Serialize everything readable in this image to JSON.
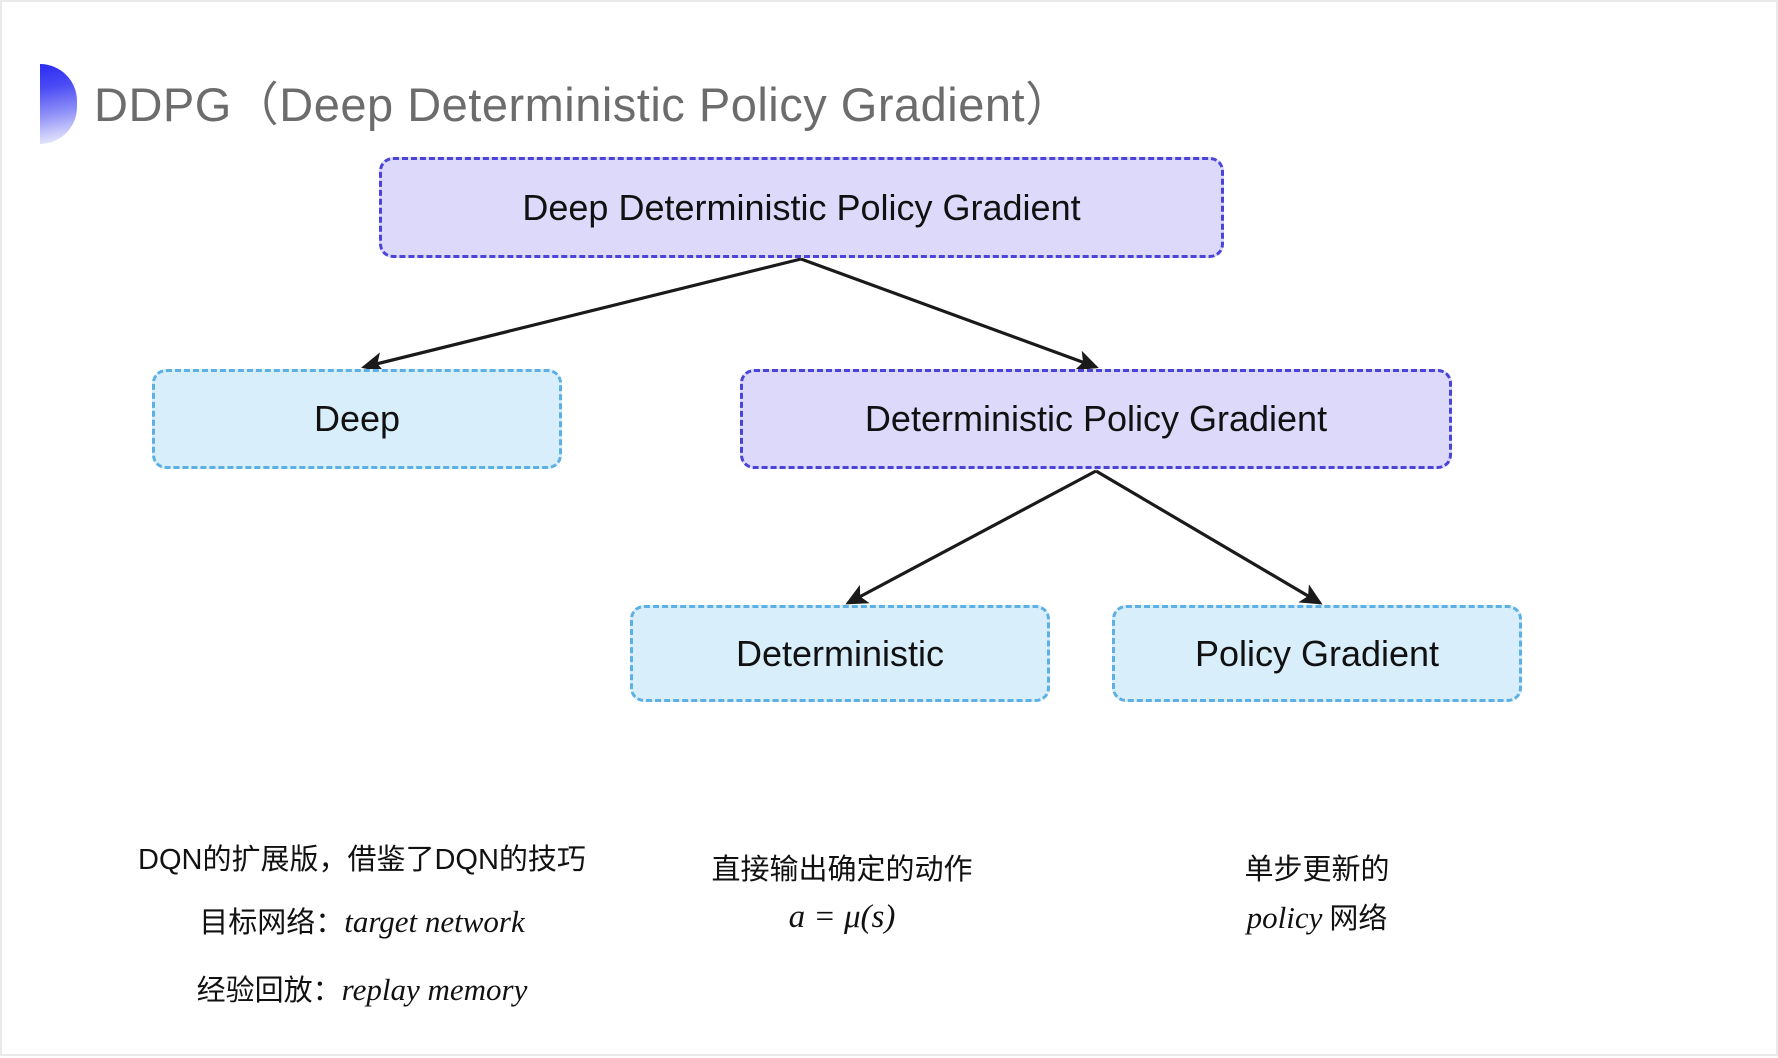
{
  "slide": {
    "title": "DDPG（Deep Deterministic Policy Gradient）",
    "title_color": "#6c6c6c",
    "background": "#ffffff",
    "bullet_icon": "half-circle-gradient-icon",
    "bullet_gradient_from": "#2b2bf0",
    "bullet_gradient_to": "#f3f3ff"
  },
  "diagram": {
    "type": "tree",
    "colors": {
      "purple_fill": "#dcd9fb",
      "purple_border": "#4a45d8",
      "blue_fill": "#d8eefb",
      "blue_border": "#5cb0e4",
      "arrow": "#1a1a1a"
    },
    "nodes": [
      {
        "id": "root",
        "label": "Deep Deterministic Policy Gradient",
        "style": "purple"
      },
      {
        "id": "deep",
        "label": "Deep",
        "style": "blue"
      },
      {
        "id": "dpg",
        "label": "Deterministic Policy Gradient",
        "style": "purple"
      },
      {
        "id": "det",
        "label": "Deterministic",
        "style": "blue"
      },
      {
        "id": "pg",
        "label": "Policy Gradient",
        "style": "blue"
      }
    ],
    "edges": [
      {
        "from": "root",
        "to": "deep"
      },
      {
        "from": "root",
        "to": "dpg"
      },
      {
        "from": "dpg",
        "to": "det"
      },
      {
        "from": "dpg",
        "to": "pg"
      }
    ]
  },
  "captions": {
    "deep": {
      "line1": "DQN的扩展版，借鉴了DQN的技巧",
      "line2_label": "目标网络：",
      "line2_term": "target network",
      "line3_label": "经验回放：",
      "line3_term": "replay memory"
    },
    "deterministic": {
      "line1": "直接输出确定的动作",
      "line2": "a = μ(s)"
    },
    "policy_gradient": {
      "line1": "单步更新的",
      "line2_term": "policy",
      "line2_suffix": "网络"
    }
  }
}
